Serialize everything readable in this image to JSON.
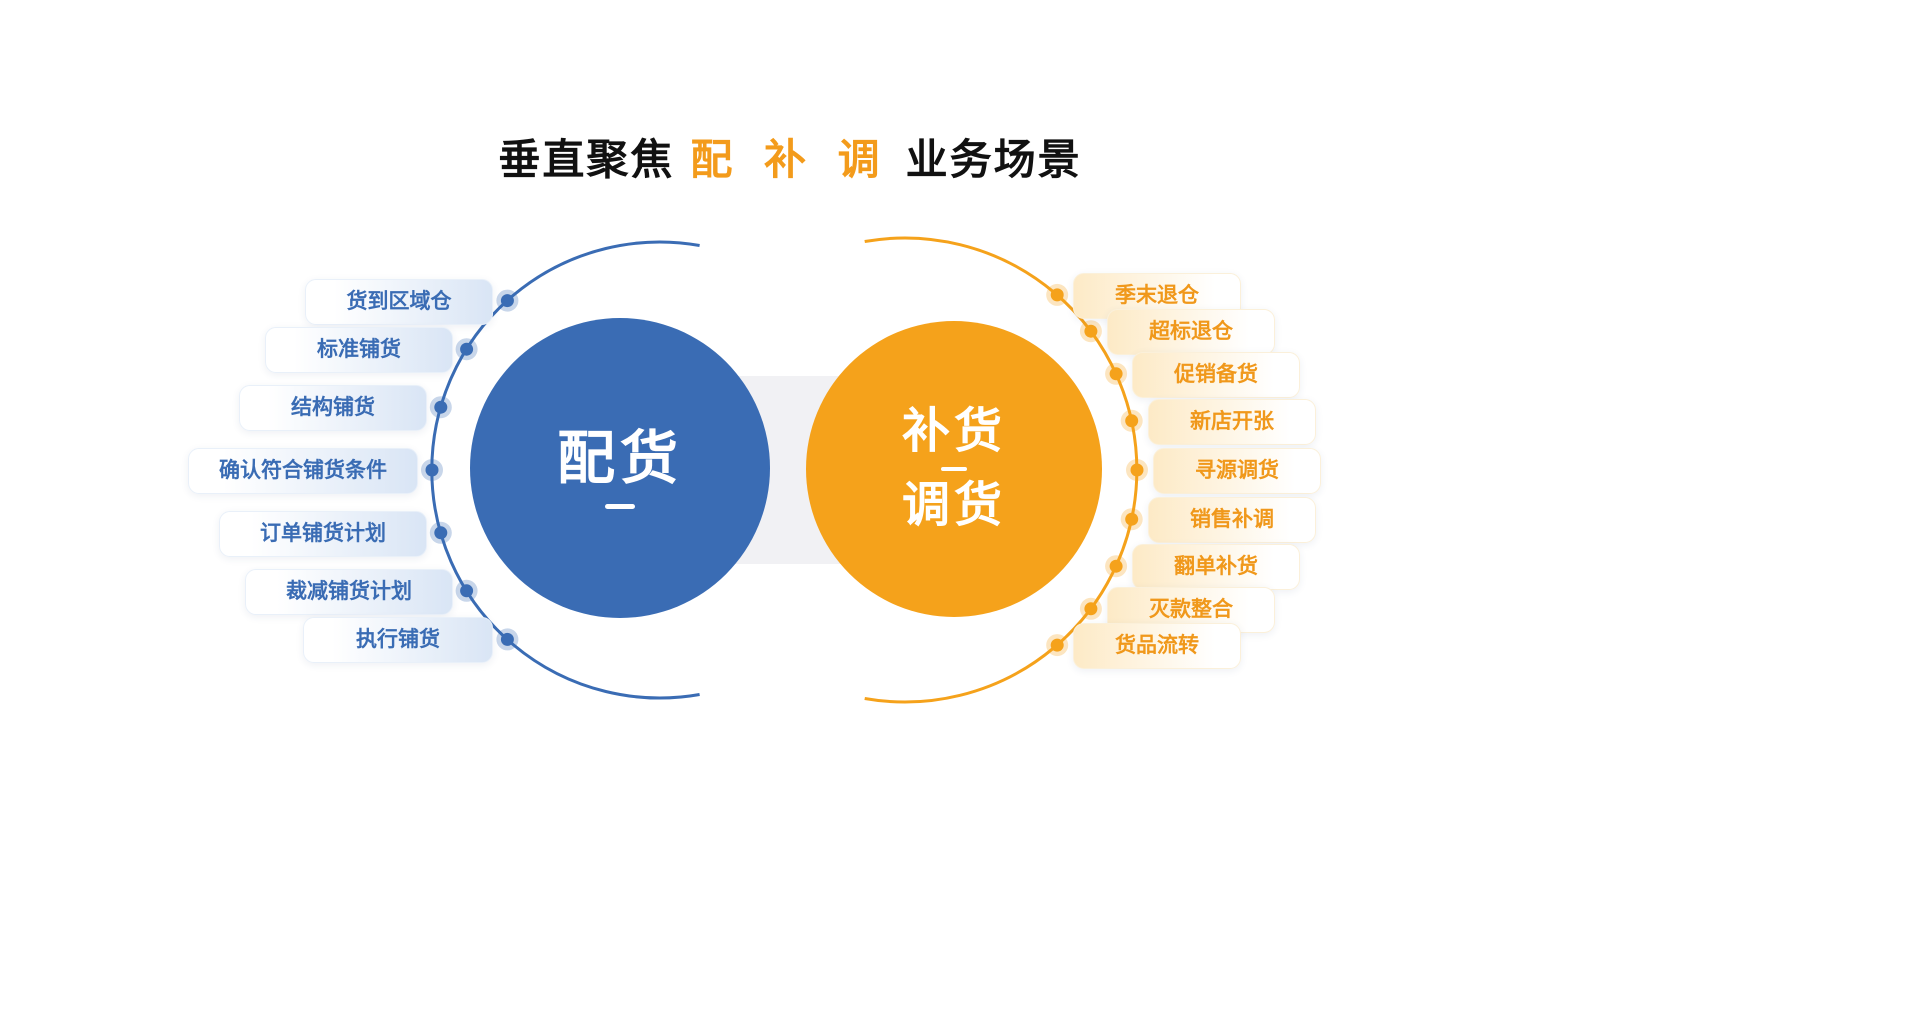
{
  "title": {
    "prefix": "垂直聚焦",
    "highlight": "配 补 调",
    "suffix": "业务场景"
  },
  "circles": {
    "left": {
      "label": "配货"
    },
    "right": {
      "line1": "补货",
      "line2": "调货"
    }
  },
  "left_items": [
    "货到区域仓",
    "标准铺货",
    "结构铺货",
    "确认符合铺货条件",
    "订单铺货计划",
    "裁减铺货计划",
    "执行铺货"
  ],
  "right_items": [
    "季末退仓",
    "超标退仓",
    "促销备货",
    "新店开张",
    "寻源调货",
    "销售补调",
    "翻单补货",
    "灭款整合",
    "货品流转"
  ],
  "colors": {
    "blue": "#3A6CB4",
    "orange": "#F5A21B"
  }
}
